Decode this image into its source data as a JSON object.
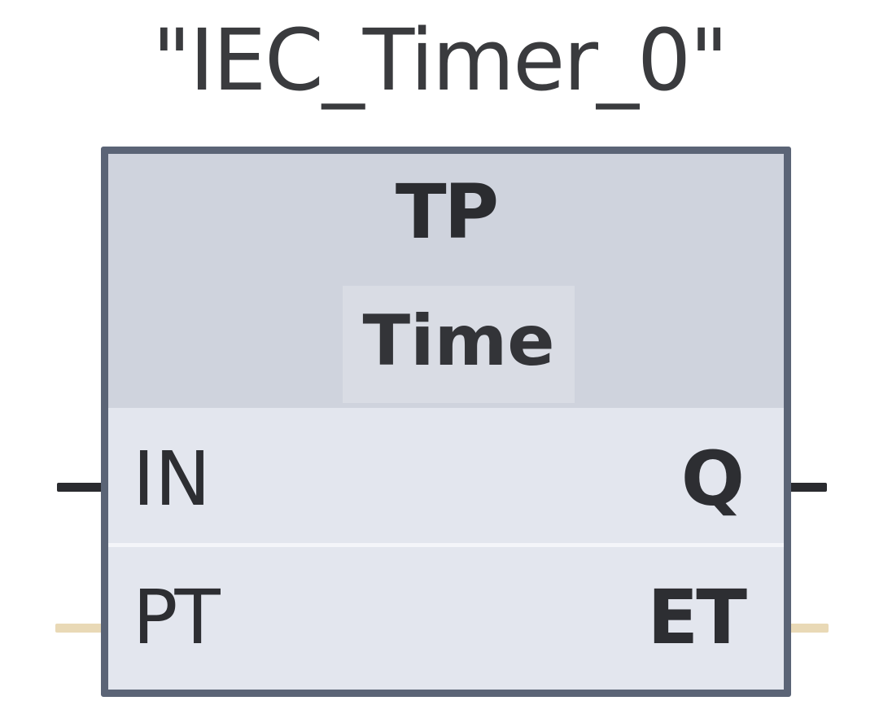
{
  "block": {
    "instance_name": "\"IEC_Timer_0\"",
    "type": "TP",
    "data_type": "Time",
    "inputs": [
      {
        "name": "IN"
      },
      {
        "name": "PT"
      }
    ],
    "outputs": [
      {
        "name": "Q"
      },
      {
        "name": "ET"
      }
    ]
  },
  "colors": {
    "header": "#cfd3dd",
    "body": "#e3e6ee",
    "border": "#5b6476",
    "bool_wire": "#2a2b2f",
    "time_wire": "#e9d9b6"
  }
}
